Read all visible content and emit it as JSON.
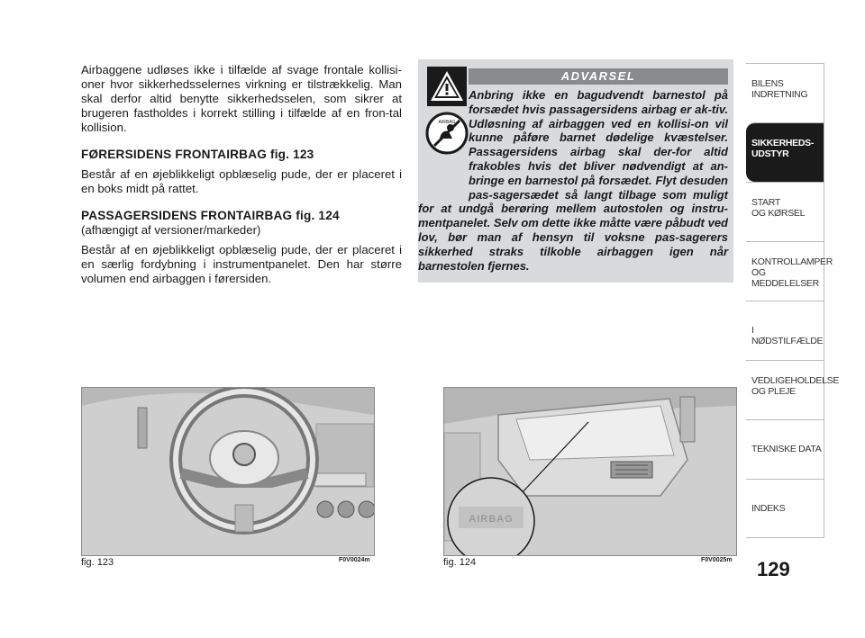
{
  "body": {
    "intro": "Airbaggene udløses ikke i tilfælde af svage frontale kollisi-oner hvor sikkerhedsselernes virkning er tilstrækkelig. Man skal derfor altid benytte sikkerhedsselen, som sikrer at brugeren fastholdes i korrekt stilling i tilfælde af en fron-tal kollision.",
    "h1": "FØRERSIDENS FRONTAIRBAG fig. 123",
    "p1": "Består af en øjeblikkeligt opblæselig pude, der er placeret i en boks midt på rattet.",
    "h2": "PASSAGERSIDENS FRONTAIRBAG fig. 124",
    "h2_sub": "(afhængigt af versioner/markeder)",
    "p2": "Består af en øjeblikkeligt opblæselig pude, der er placeret i en særlig fordybning i instrumentpanelet. Den har større volumen end airbaggen i førersiden."
  },
  "warning": {
    "title": "ADVARSEL",
    "text": "Anbring ikke en bagudvendt barnestol på forsædet hvis passagersidens airbag er ak-tiv. Udløsning af airbaggen ved en kollisi-on vil kunne påføre barnet dødelige kvæstelser. Passagersidens airbag skal der-for altid frakobles hvis det bliver nødvendigt at an-bringe en barnestol på forsædet. Flyt desuden pas-sagersædet så langt tilbage som muligt for at undgå berøring mellem autostolen og instru-mentpanelet. Selv om dette ikke måtte være påbudt ved lov, bør man af hensyn til voksne pas-sagerers sikkerhed straks tilkoble airbaggen igen når barnestolen fjernes.",
    "icon_label": "AIRBAG"
  },
  "tabs": [
    {
      "line1": "BILENS",
      "line2": "INDRETNING"
    },
    {
      "line1": "SIKKERHEDS-",
      "line2": "UDSTYR"
    },
    {
      "line1": "START",
      "line2": "OG KØRSEL"
    },
    {
      "line1": "KONTROLLAMPER",
      "line2": "OG MEDDELELSER"
    },
    {
      "line1": "I NØDSTILFÆLDE",
      "line2": ""
    },
    {
      "line1": "VEDLIGEHOLDELSE",
      "line2": "OG PLEJE"
    },
    {
      "line1": "TEKNISKE DATA",
      "line2": ""
    },
    {
      "line1": "INDEKS",
      "line2": ""
    }
  ],
  "page_number": "129",
  "figures": [
    {
      "caption": "fig. 123",
      "code": "F0V0024m"
    },
    {
      "caption": "fig. 124",
      "code": "F0V0025m",
      "label": "AIRBAG"
    }
  ],
  "colors": {
    "active_tab": "#1a1a1a",
    "warning_bg": "#d9dadc",
    "warning_header": "#8a8b8d"
  }
}
